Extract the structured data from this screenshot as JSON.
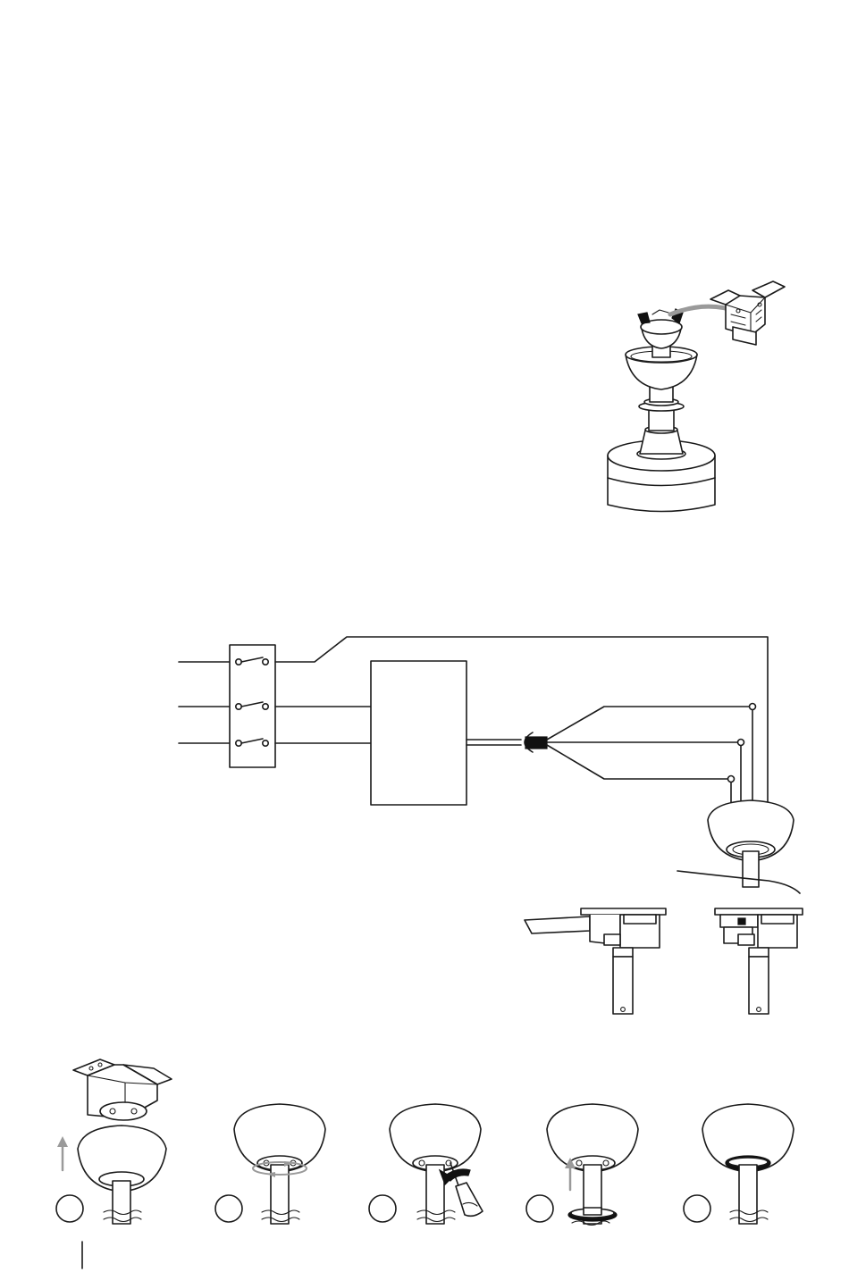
{
  "colors": {
    "line": "#1a1a1a",
    "background": "#ffffff",
    "arrow_grey": "#9a9a9a"
  },
  "figures": [
    {
      "id": "hanging-assembly",
      "desc_icon": "fan-hanging-assembly"
    },
    {
      "id": "wiring-diagram",
      "desc_icon": "switch-controller-wiring"
    },
    {
      "id": "bracket-comparison",
      "desc_icon": "bracket-views"
    },
    {
      "id": "canopy-steps",
      "step_count": 5
    }
  ]
}
